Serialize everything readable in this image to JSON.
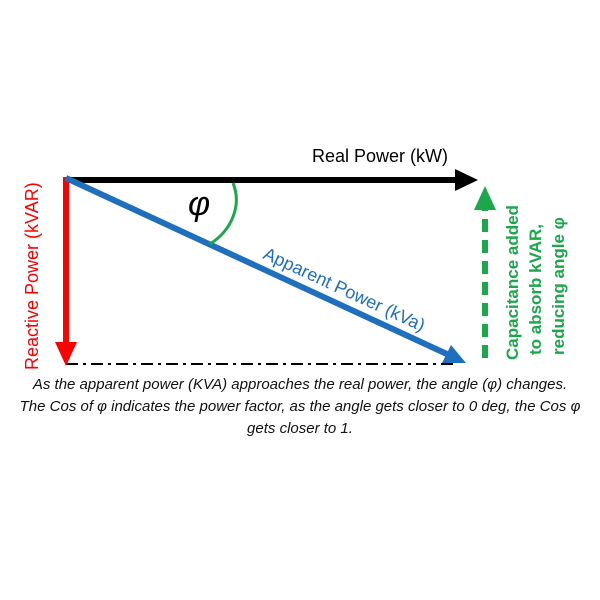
{
  "diagram": {
    "real_power_label": "Real Power (kW)",
    "reactive_power_label": "Reactive Power (kVAR)",
    "apparent_power_label": "Apparent Power (kVa)",
    "angle_symbol": "φ",
    "capacitance_line1": "Capacitance added",
    "capacitance_line2": "to absorb kVAR,",
    "capacitance_line3": "reducing angle φ",
    "colors": {
      "real_power": "#000000",
      "reactive_power": "#ff0000",
      "apparent_power": "#1f6fbf",
      "angle_arc": "#1aa84b",
      "capacitance": "#1aa84b",
      "baseline": "#000000"
    }
  },
  "caption": {
    "line1": "As the apparent power (KVA) approaches the real power, the angle (φ) changes.",
    "line2": "The Cos of φ indicates the power factor, as the angle gets closer to 0 deg, the Cos φ",
    "line3": "gets closer to 1."
  }
}
